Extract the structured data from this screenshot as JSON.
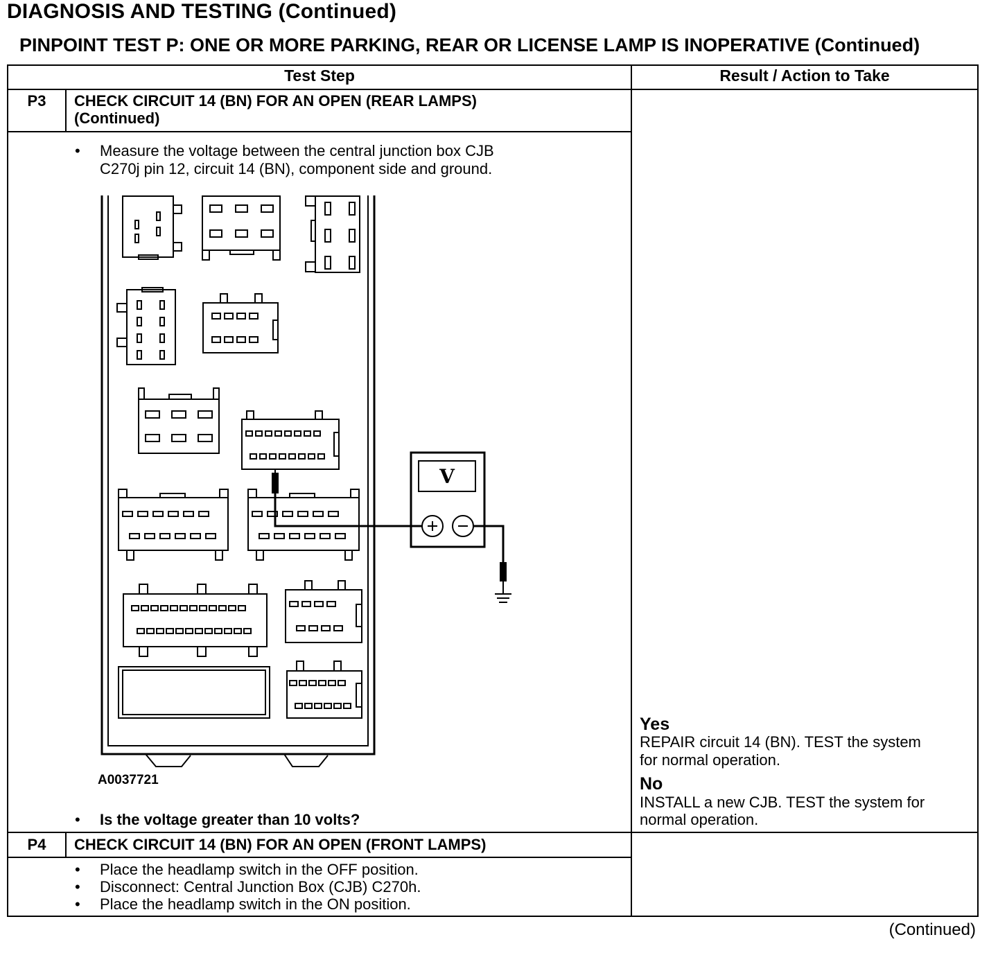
{
  "header": {
    "title": "DIAGNOSIS AND TESTING (Continued)",
    "subtitle": "PINPOINT TEST P: ONE OR MORE PARKING, REAR OR LICENSE LAMP IS INOPERATIVE (Continued)"
  },
  "table": {
    "col_test_step": "Test Step",
    "col_result": "Result / Action to Take"
  },
  "p3": {
    "id": "P3",
    "title_line1": "CHECK CIRCUIT 14 (BN) FOR AN OPEN (REAR LAMPS)",
    "title_line2": "(Continued)",
    "bullet_dot": "•",
    "measure_line1": "Measure the voltage between the central junction box CJB",
    "measure_line2": "C270j pin 12, circuit 14 (BN), component side and ground.",
    "figure_id": "A0037721",
    "question": "Is the voltage greater than 10 volts?",
    "meter_symbol": "V",
    "yes_label": "Yes",
    "yes_line1": "REPAIR circuit 14 (BN). TEST the system",
    "yes_line2": "for normal operation.",
    "no_label": "No",
    "no_line1": "INSTALL a new CJB. TEST the system for",
    "no_line2": "normal operation."
  },
  "p4": {
    "id": "P4",
    "title": "CHECK CIRCUIT 14 (BN) FOR AN OPEN (FRONT LAMPS)",
    "steps": [
      "Place the headlamp switch in the OFF position.",
      "Disconnect: Central Junction Box (CJB) C270h.",
      "Place the headlamp switch in the ON position."
    ]
  },
  "footer": "(Continued)"
}
